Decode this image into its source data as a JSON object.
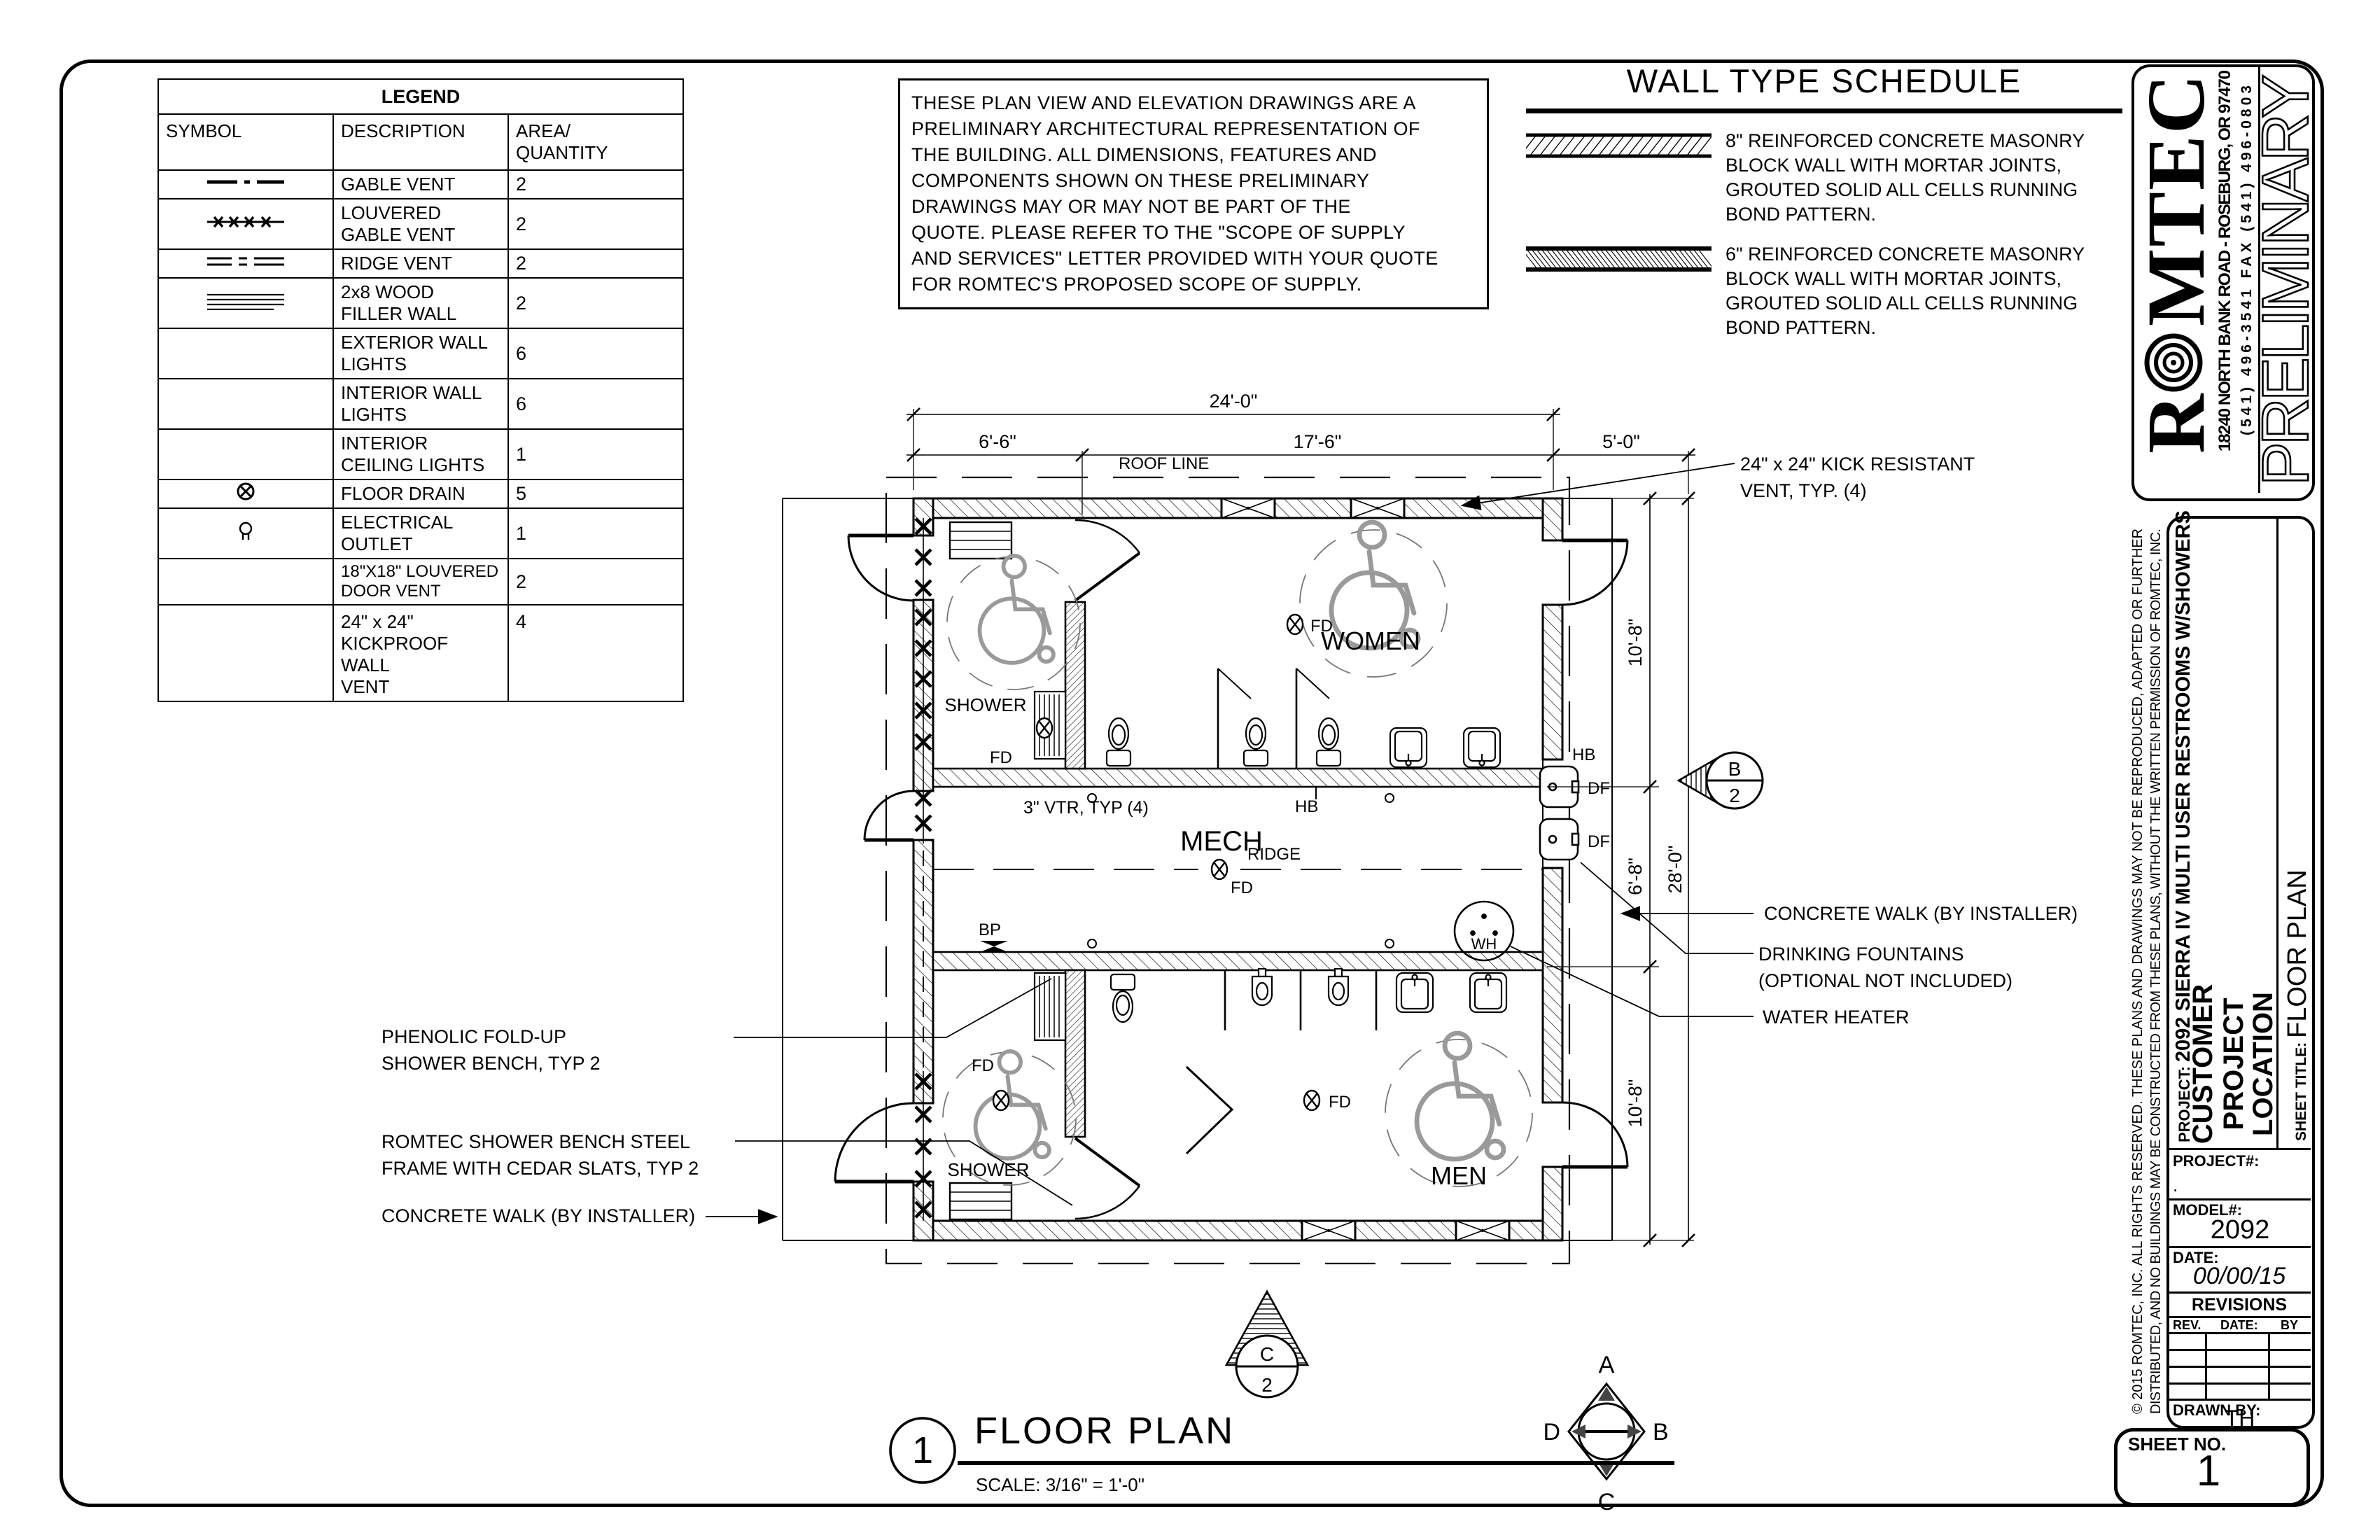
{
  "legend": {
    "title": "LEGEND",
    "columns": {
      "symbol": "SYMBOL",
      "description": "DESCRIPTION",
      "area": "AREA/\nQUANTITY"
    },
    "rows": [
      {
        "symbol": "gable-vent",
        "description": "GABLE VENT",
        "quantity": "2"
      },
      {
        "symbol": "louvered-gable-vent",
        "description": "LOUVERED GABLE VENT",
        "quantity": "2"
      },
      {
        "symbol": "ridge-vent",
        "description": "RIDGE VENT",
        "quantity": "2"
      },
      {
        "symbol": "wood-filler-wall",
        "description": "2x8 WOOD FILLER WALL",
        "quantity": "2"
      },
      {
        "symbol": "none",
        "description": "EXTERIOR WALL LIGHTS",
        "quantity": "6"
      },
      {
        "symbol": "none",
        "description": "INTERIOR WALL LIGHTS",
        "quantity": "6"
      },
      {
        "symbol": "none",
        "description": "INTERIOR CEILING LIGHTS",
        "quantity": "1"
      },
      {
        "symbol": "floor-drain",
        "description": "FLOOR DRAIN",
        "quantity": "5"
      },
      {
        "symbol": "electrical-outlet",
        "description": "ELECTRICAL OUTLET",
        "quantity": "1"
      },
      {
        "symbol": "none",
        "description": "18\"X18\" LOUVERED DOOR VENT",
        "quantity": "2"
      },
      {
        "symbol": "none",
        "description": "24\" x 24\"\nKICKPROOF WALL\nVENT",
        "quantity": "4"
      }
    ]
  },
  "notes": {
    "lines": [
      "THESE PLAN VIEW AND ELEVATION DRAWINGS ARE A",
      "PRELIMINARY ARCHITECTURAL REPRESENTATION OF",
      "THE BUILDING. ALL DIMENSIONS, FEATURES AND",
      "COMPONENTS SHOWN ON THESE PRELIMINARY",
      "DRAWINGS MAY OR MAY NOT BE PART OF THE",
      "QUOTE. PLEASE REFER TO THE \"SCOPE OF SUPPLY",
      "AND SERVICES\" LETTER PROVIDED WITH YOUR QUOTE",
      "FOR ROMTEC'S PROPOSED SCOPE OF SUPPLY."
    ]
  },
  "wall_schedule": {
    "title": "WALL TYPE SCHEDULE",
    "items": [
      {
        "symbol": "8-inch-cmu-hatch",
        "lines": [
          "8\" REINFORCED CONCRETE MASONRY",
          "BLOCK WALL WITH MORTAR JOINTS,",
          "GROUTED SOLID ALL CELLS RUNNING",
          "BOND PATTERN."
        ]
      },
      {
        "symbol": "6-inch-cmu-hatch",
        "lines": [
          "6\" REINFORCED CONCRETE MASONRY",
          "BLOCK WALL WITH MORTAR JOINTS,",
          "GROUTED SOLID ALL CELLS RUNNING",
          "BOND PATTERN."
        ]
      }
    ]
  },
  "title_block": {
    "company_r": "R",
    "company_rest": "MTEC",
    "address": "18240 NORTH BANK ROAD - ROSEBURG, OR 97470",
    "phone_fax": "(541) 496-3541    FAX (541) 496-0803",
    "status": "PRELIMINARY",
    "copyright_line1": "© 2015 ROMTEC, INC.  ALL RIGHTS RESERVED.  THESE PLANS AND DRAWINGS MAY NOT BE REPRODUCED, ADAPTED OR FURTHER",
    "copyright_line2": "DISTRIBUTED, AND NO BUILDINGS MAY BE CONSTRUCTED FROM THESE PLANS, WITHOUT THE WRITTEN PERMISSION OF ROMTEC, INC.",
    "project_label": "PROJECT: ",
    "project_value": "2092 SIERRA IV MULTI USER RESTROOMS W/SHOWERS",
    "customer_line1": "CUSTOMER",
    "customer_line2": "PROJECT",
    "customer_line3": "LOCATION",
    "sheet_title_label": "SHEET TITLE: ",
    "sheet_title": "FLOOR PLAN",
    "project_no_label": "PROJECT#:",
    "project_no_value": ".",
    "model_label": "MODEL#:",
    "model_value": "2092",
    "date_label": "DATE:",
    "date_value": "00/00/15",
    "revisions_title": "REVISIONS",
    "rev_col": "REV.",
    "date_col": "DATE:",
    "by_col": "BY",
    "drawn_by_label": "DRAWN BY:",
    "drawn_by_value": "TH",
    "sheet_no_label": "SHEET NO.",
    "sheet_no_value": "1"
  },
  "floor_plan": {
    "rooms": {
      "women": "WOMEN",
      "men": "MEN",
      "mech": "MECH",
      "shower_women": "SHOWER",
      "shower_men": "SHOWER"
    },
    "labels": {
      "fd": "FD",
      "hb": "HB",
      "df": "DF",
      "wh": "WH",
      "bp": "BP",
      "ridge": "RIDGE",
      "vtr": "3\" VTR, TYP (4)",
      "roof_line": "ROOF LINE"
    },
    "dimensions": {
      "overall_width": "24'-0\"",
      "left_bay": "6'-6\"",
      "mid_bay": "17'-6\"",
      "right_walk": "5'-0\"",
      "women_depth": "10'-8\"",
      "mech_depth": "6'-8\"",
      "men_depth": "10'-8\"",
      "overall_depth": "28'-0\""
    },
    "callouts": {
      "kick_vent_1": "24\" x 24\" KICK RESISTANT",
      "kick_vent_2": "VENT, TYP. (4)",
      "concrete_walk_right": "CONCRETE WALK (BY INSTALLER)",
      "drinking_1": "DRINKING FOUNTAINS",
      "drinking_2": "(OPTIONAL NOT INCLUDED)",
      "water_heater": "WATER HEATER",
      "phenolic_1": "PHENOLIC FOLD-UP",
      "phenolic_2": "SHOWER BENCH, TYP 2",
      "romtec_bench_1": "ROMTEC SHOWER BENCH STEEL",
      "romtec_bench_2": "FRAME WITH CEDAR SLATS, TYP 2",
      "concrete_walk_left": "CONCRETE WALK (BY INSTALLER)"
    },
    "title": {
      "number": "1",
      "label": "FLOOR PLAN",
      "scale": "SCALE: 3/16\" = 1'-0\""
    },
    "compass": {
      "a": "A",
      "b": "B",
      "c": "C",
      "d": "D"
    },
    "sections": {
      "b_top": "B",
      "b_bottom": "2",
      "c_top": "C",
      "c_bottom": "2"
    }
  }
}
